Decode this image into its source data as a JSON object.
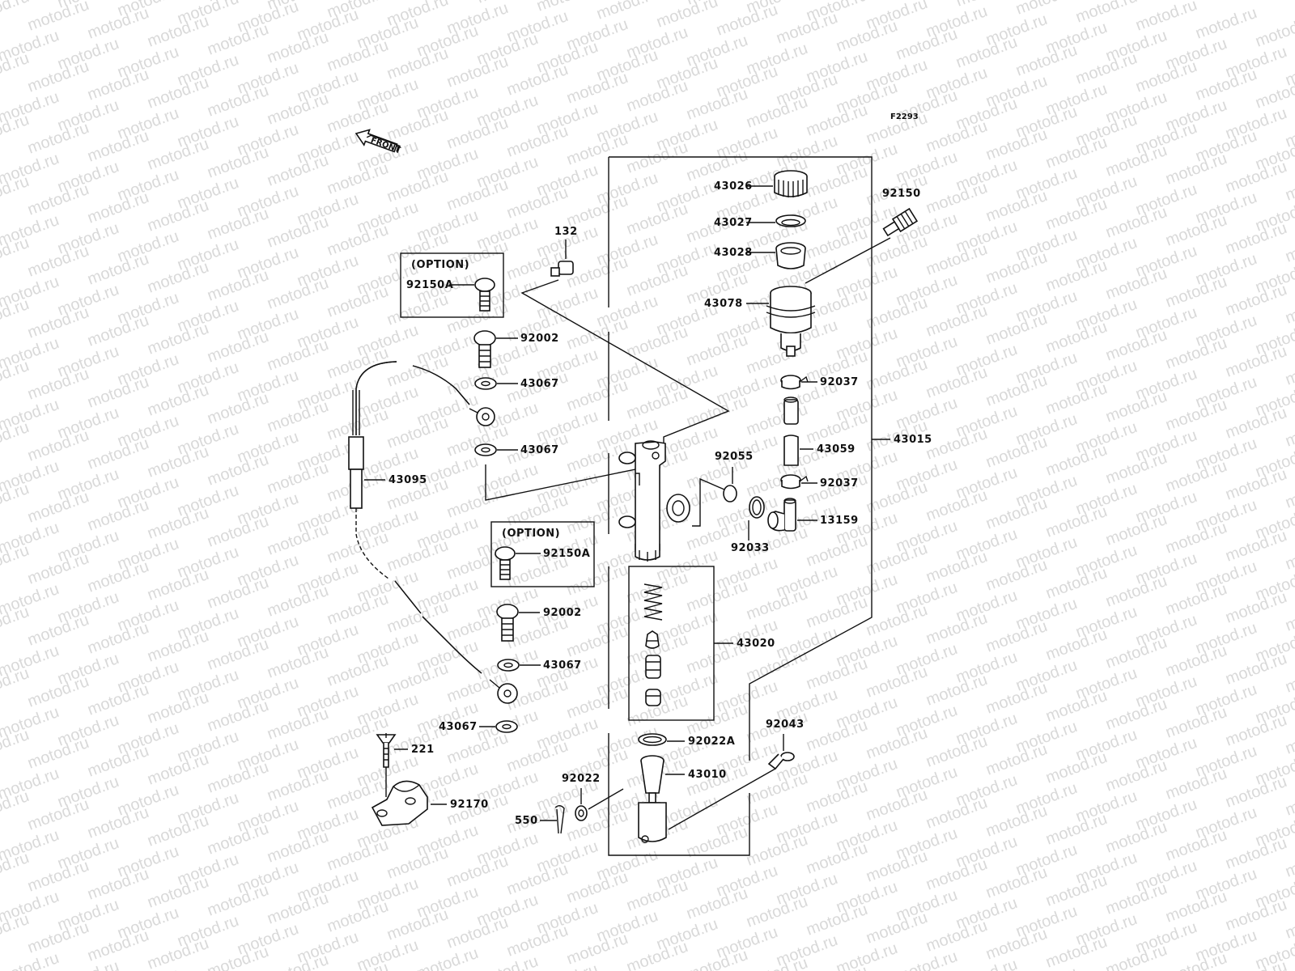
{
  "figure_code": "F2293",
  "front_label": "FRONT",
  "watermark": "motod.ru",
  "option_label": "(OPTION)",
  "parts": {
    "p43026": "43026",
    "p43027": "43027",
    "p43028": "43028",
    "p43078": "43078",
    "p92150": "92150",
    "p132": "132",
    "p92150A_top": "92150A",
    "p92002_top": "92002",
    "p43067_a": "43067",
    "p43067_b": "43067",
    "p43095": "43095",
    "p92037_top": "92037",
    "p43059": "43059",
    "p92037_bottom": "92037",
    "p13159": "13159",
    "p43015": "43015",
    "p92055": "92055",
    "p92033": "92033",
    "p92150A_bottom": "92150A",
    "p92002_bottom": "92002",
    "p43067_c": "43067",
    "p43067_d": "43067",
    "p43020": "43020",
    "p92022A": "92022A",
    "p92043": "92043",
    "p43010": "43010",
    "p92022": "92022",
    "p550": "550",
    "p221": "221",
    "p92170": "92170"
  },
  "icons": {
    "front_arrow": "front-arrow-icon"
  }
}
